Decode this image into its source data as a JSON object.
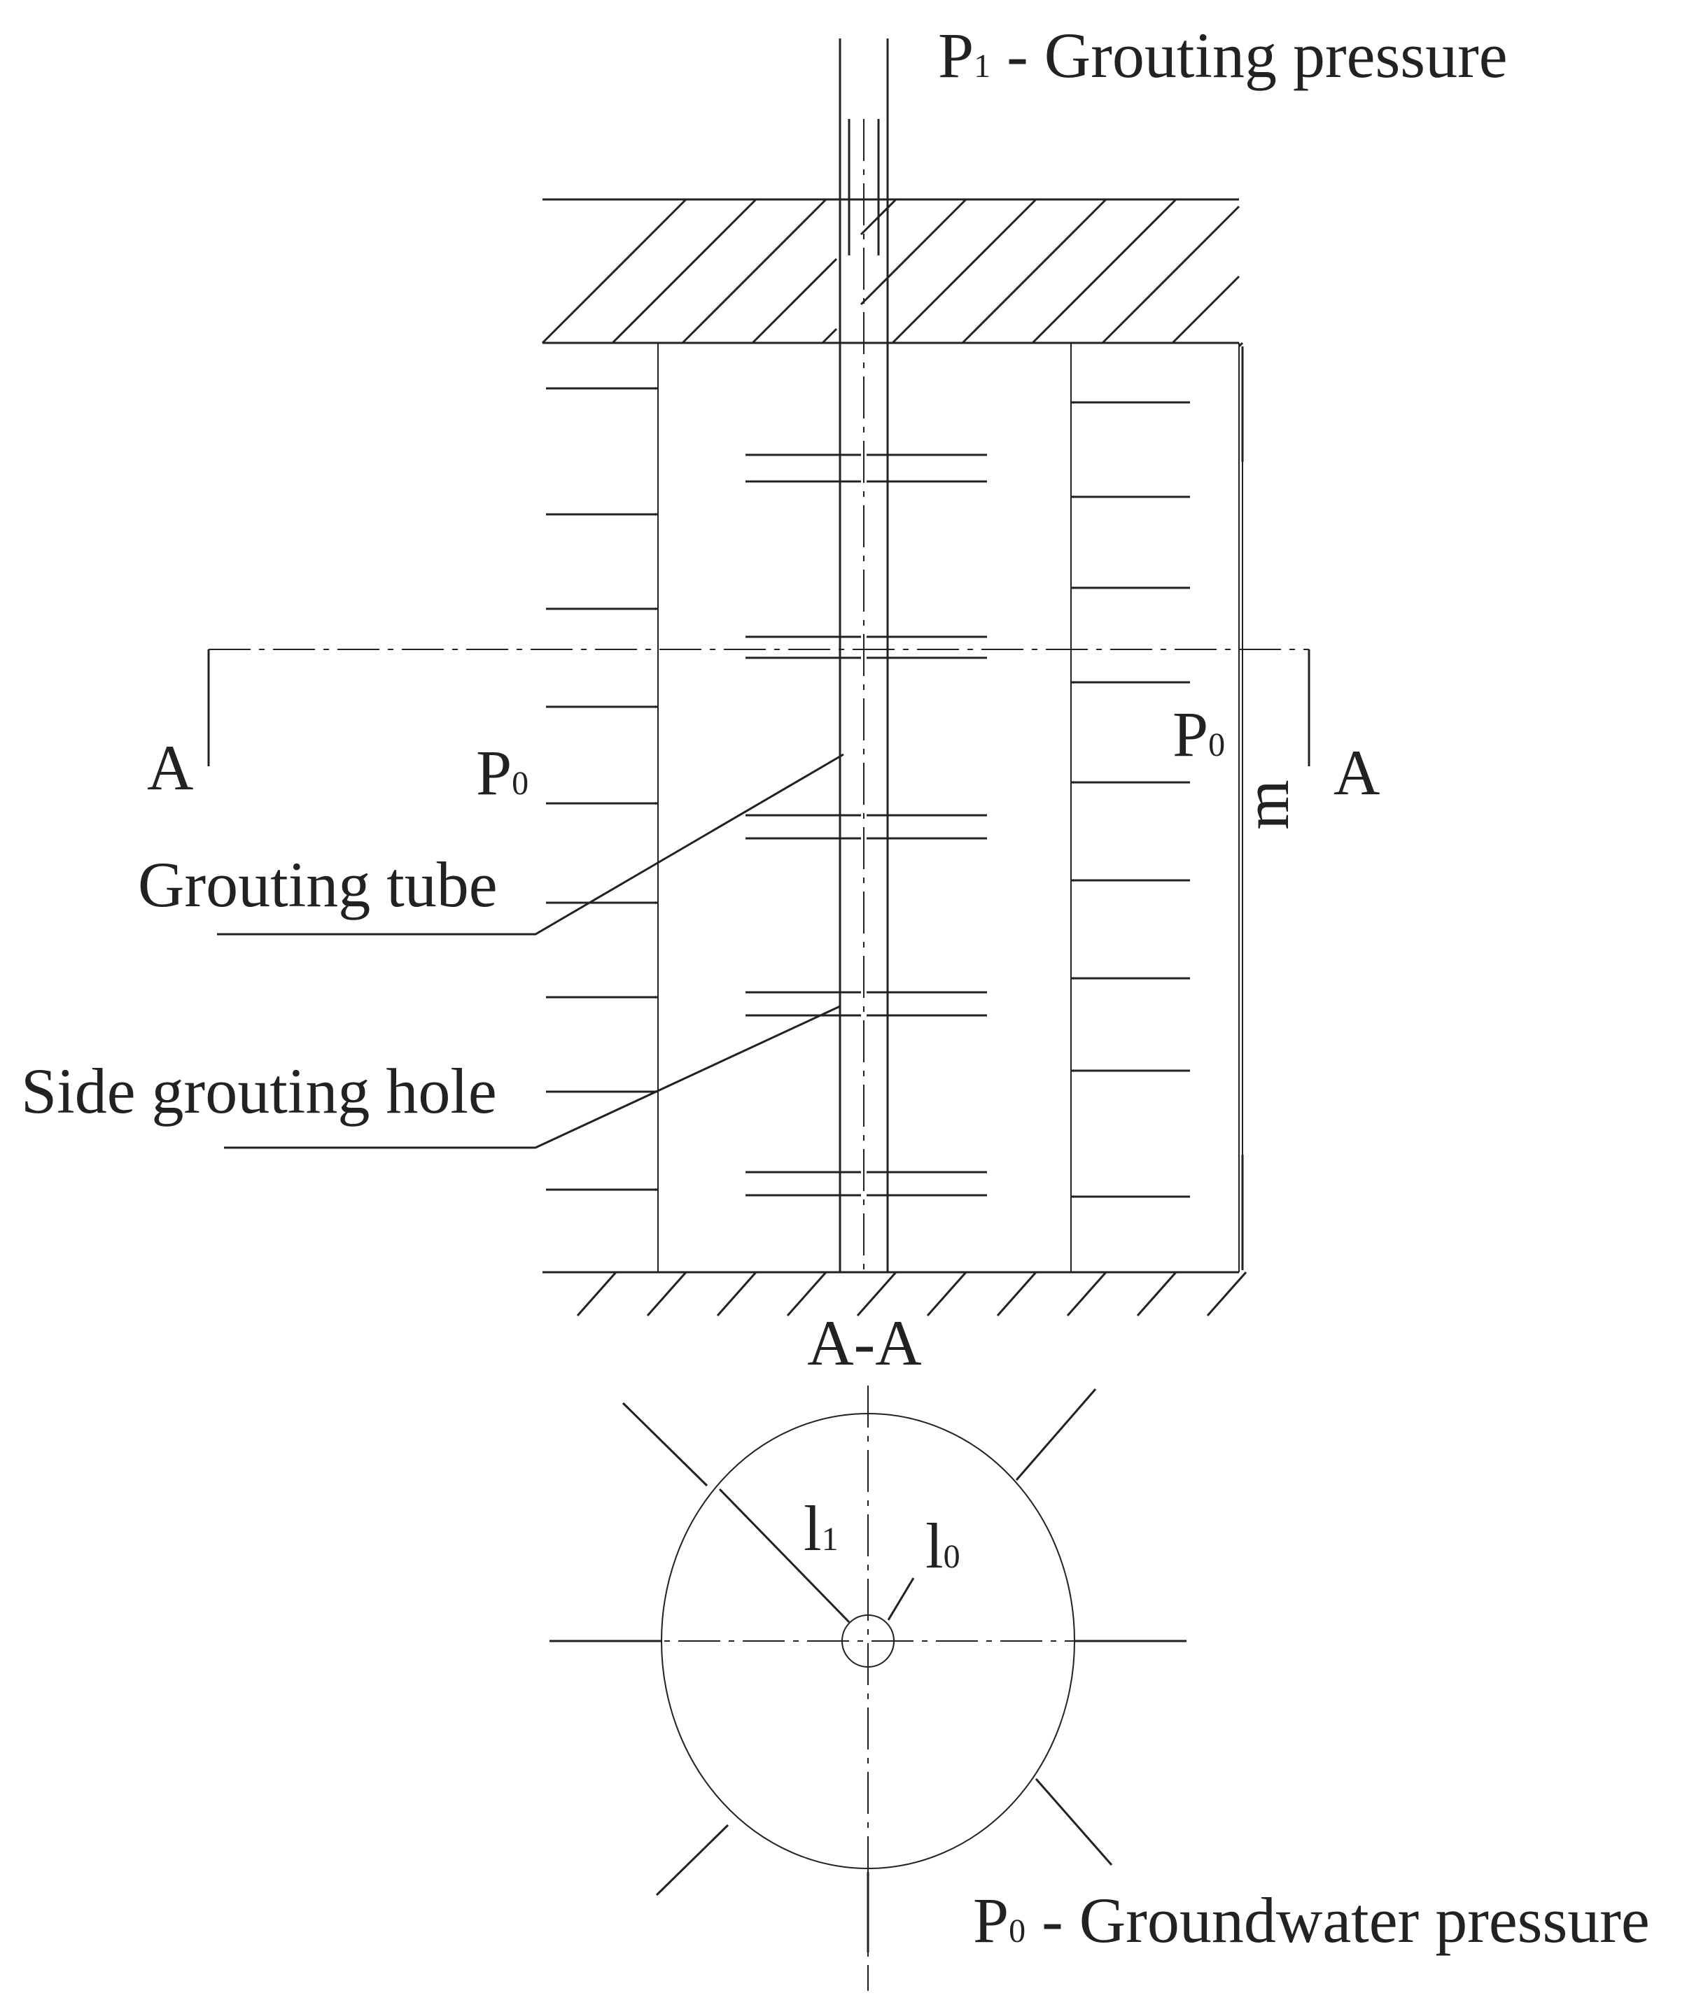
{
  "labels": {
    "grouting_pressure": {
      "symbol": "P",
      "subscript": "1",
      "text": " - Grouting pressure"
    },
    "groundwater_pressure": {
      "symbol": "P",
      "subscript": "0",
      "text": " - Groundwater pressure"
    },
    "p0_left": {
      "symbol": "P",
      "subscript": "0"
    },
    "p0_right": {
      "symbol": "P",
      "subscript": "0"
    },
    "section_left": "A",
    "section_right": "A",
    "section_title": "A-A",
    "grouting_tube": "Grouting tube",
    "side_grouting_hole": "Side grouting hole",
    "thickness": "m",
    "radius_outer": {
      "symbol": "l",
      "subscript": "1"
    },
    "radius_inner": {
      "symbol": "l",
      "subscript": "0"
    }
  },
  "colors": {
    "line": "#222222",
    "background": "#ffffff"
  },
  "icons": {
    "arrow": "arrow-icon",
    "hatch": "hatch-pattern"
  }
}
